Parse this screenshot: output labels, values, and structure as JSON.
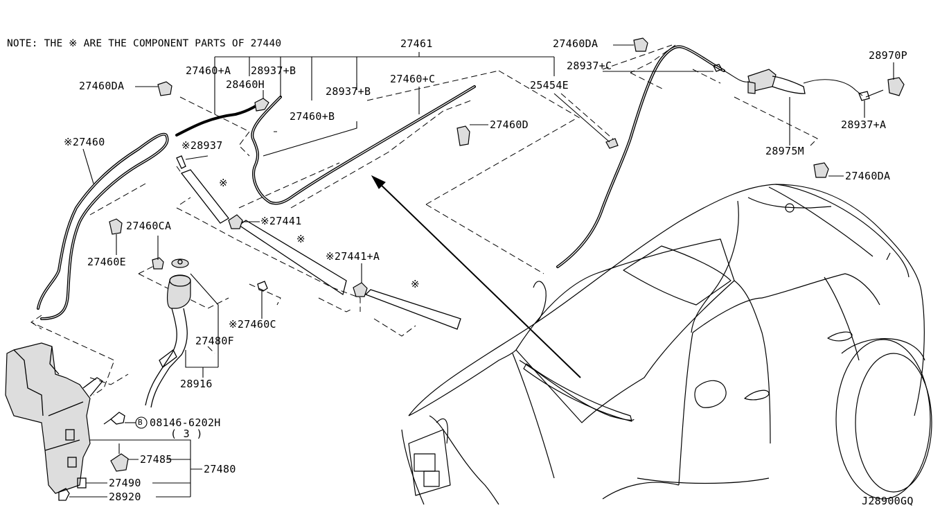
{
  "note": "NOTE: THE ※ ARE THE COMPONENT PARTS OF 27440",
  "diagram_id": "J28900GQ",
  "colors": {
    "line": "#000000",
    "background": "#ffffff"
  },
  "labels": {
    "p27461": "27461",
    "p27460DA_top": "27460DA",
    "p28970P": "28970P",
    "p28937C": "28937+C",
    "p27460A": "27460+A",
    "p28937B_top": "28937+B",
    "p28460H": "28460H",
    "p27460DA_left": "27460DA",
    "p28937B": "28937+B",
    "p27460C": "27460+C",
    "p25454E": "25454E",
    "p27460B": "27460+B",
    "p28937A": "28937+A",
    "p27460D": "27460D",
    "p28975M": "28975M",
    "p27460star": "※27460",
    "p28937star": "※28937",
    "p27460DA_right": "27460DA",
    "mark1": "※",
    "p27441star": "※27441",
    "p27460CA": "27460CA",
    "mark2": "※",
    "p27460E": "27460E",
    "p27441Astar": "※27441+A",
    "mark3": "※",
    "p27460Cstar": "※27460C",
    "p27480F": "27480F",
    "p28916": "28916",
    "bolt_code": "B",
    "p08146": "08146-6202H",
    "qty": "( 3 )",
    "p27485": "27485",
    "p27480": "27480",
    "p27490": "27490",
    "p28920": "28920"
  }
}
